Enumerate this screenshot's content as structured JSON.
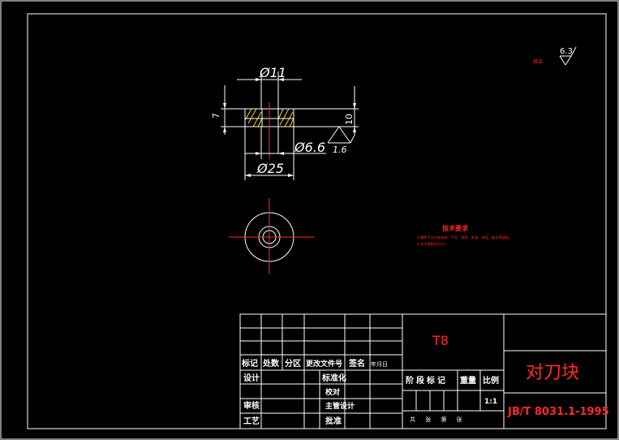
{
  "colors": {
    "background": "#000000",
    "line": "#ffffff",
    "accent_red": "#ff2a2a",
    "hatch_yellow": "#ffd200"
  },
  "drawing": {
    "dims": {
      "top_diameter": "Ø11",
      "height_left": "7",
      "height_right": "10",
      "hole_diameter": "Ø6.6",
      "bottom_diameter": "Ø25",
      "surface_roughness_main": "1.6"
    },
    "roughness_note": {
      "label": "其余",
      "value": "6.3"
    }
  },
  "tech_requirements": {
    "title": "技术要求",
    "items": [
      "1.零件不允许有毛刺、气孔、裂纹、夹渣、夹层、缩孔等缺陷。",
      "2.未注倒角均为C1。"
    ]
  },
  "title_block": {
    "material": "T8",
    "part_name": "对刀块",
    "standard": "JB/T 8031.1-1995",
    "revision_headers": [
      "标记",
      "处数",
      "分区",
      "更改文件号",
      "签名",
      "年月日"
    ],
    "rows": {
      "design": "设计",
      "standardize": "标准化",
      "drawing_review": "审核",
      "process": "工艺",
      "proofread": "校对",
      "main_designer": "主管设计",
      "approve": "批准"
    },
    "stage_headers": [
      "阶段标记",
      "重量",
      "比例"
    ],
    "scale": "1:1",
    "sheet_info": "共 张  第 张"
  }
}
